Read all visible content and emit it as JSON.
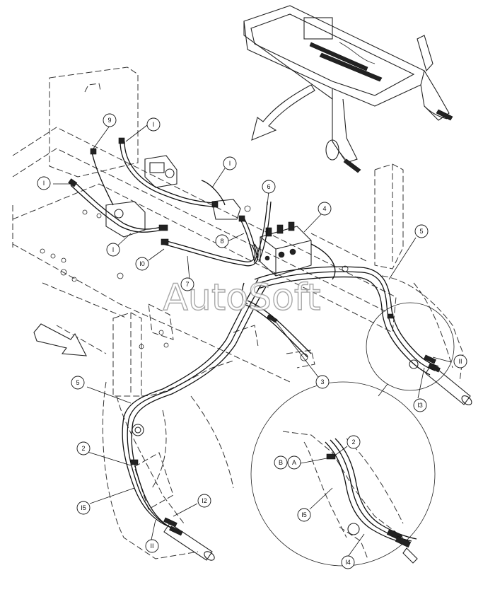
{
  "watermark": "AutoSoft",
  "callouts": [
    {
      "id": "c-9",
      "label": "9"
    },
    {
      "id": "c-1a",
      "label": "I"
    },
    {
      "id": "c-1b",
      "label": "I"
    },
    {
      "id": "c-1c",
      "label": "I"
    },
    {
      "id": "c-1d",
      "label": "I"
    },
    {
      "id": "c-6",
      "label": "6"
    },
    {
      "id": "c-4",
      "label": "4"
    },
    {
      "id": "c-8",
      "label": "8"
    },
    {
      "id": "c-10",
      "label": "I0"
    },
    {
      "id": "c-7",
      "label": "7"
    },
    {
      "id": "c-5a",
      "label": "5"
    },
    {
      "id": "c-5b",
      "label": "5"
    },
    {
      "id": "c-3",
      "label": "3"
    },
    {
      "id": "c-11a",
      "label": "II"
    },
    {
      "id": "c-13",
      "label": "I3"
    },
    {
      "id": "c-2a",
      "label": "2"
    },
    {
      "id": "c-12",
      "label": "I2"
    },
    {
      "id": "c-15a",
      "label": "I5"
    },
    {
      "id": "c-11b",
      "label": "II"
    },
    {
      "id": "c-2b",
      "label": "2"
    },
    {
      "id": "c-B",
      "label": "B"
    },
    {
      "id": "c-A",
      "label": "A"
    },
    {
      "id": "c-15b",
      "label": "I5"
    },
    {
      "id": "c-14",
      "label": "I4"
    }
  ]
}
